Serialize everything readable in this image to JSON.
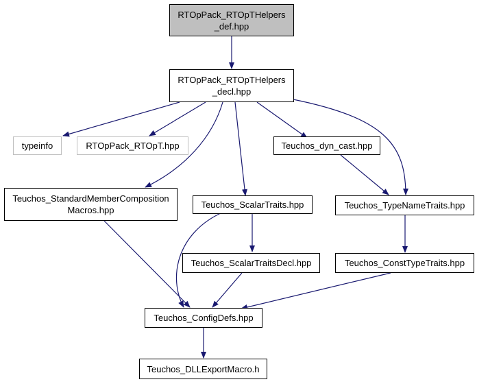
{
  "diagram": {
    "colors": {
      "edge": "#191970",
      "border": "#000000",
      "external_border": "#bfbfbf",
      "root_fill": "#bfbfbf"
    },
    "nodes": {
      "n_root": "RTOpPack_RTOpTHelpers\n_def.hpp",
      "n_decl": "RTOpPack_RTOpTHelpers\n_decl.hpp",
      "n_typeinfo": "typeinfo",
      "n_rtopt": "RTOpPack_RTOpT.hpp",
      "n_dyncast": "Teuchos_dyn_cast.hpp",
      "n_stdmember": "Teuchos_StandardMemberComposition\nMacros.hpp",
      "n_scalar": "Teuchos_ScalarTraits.hpp",
      "n_typename": "Teuchos_TypeNameTraits.hpp",
      "n_scalardecl": "Teuchos_ScalarTraitsDecl.hpp",
      "n_consttype": "Teuchos_ConstTypeTraits.hpp",
      "n_config": "Teuchos_ConfigDefs.hpp",
      "n_dll": "Teuchos_DLLExportMacro.h"
    }
  }
}
